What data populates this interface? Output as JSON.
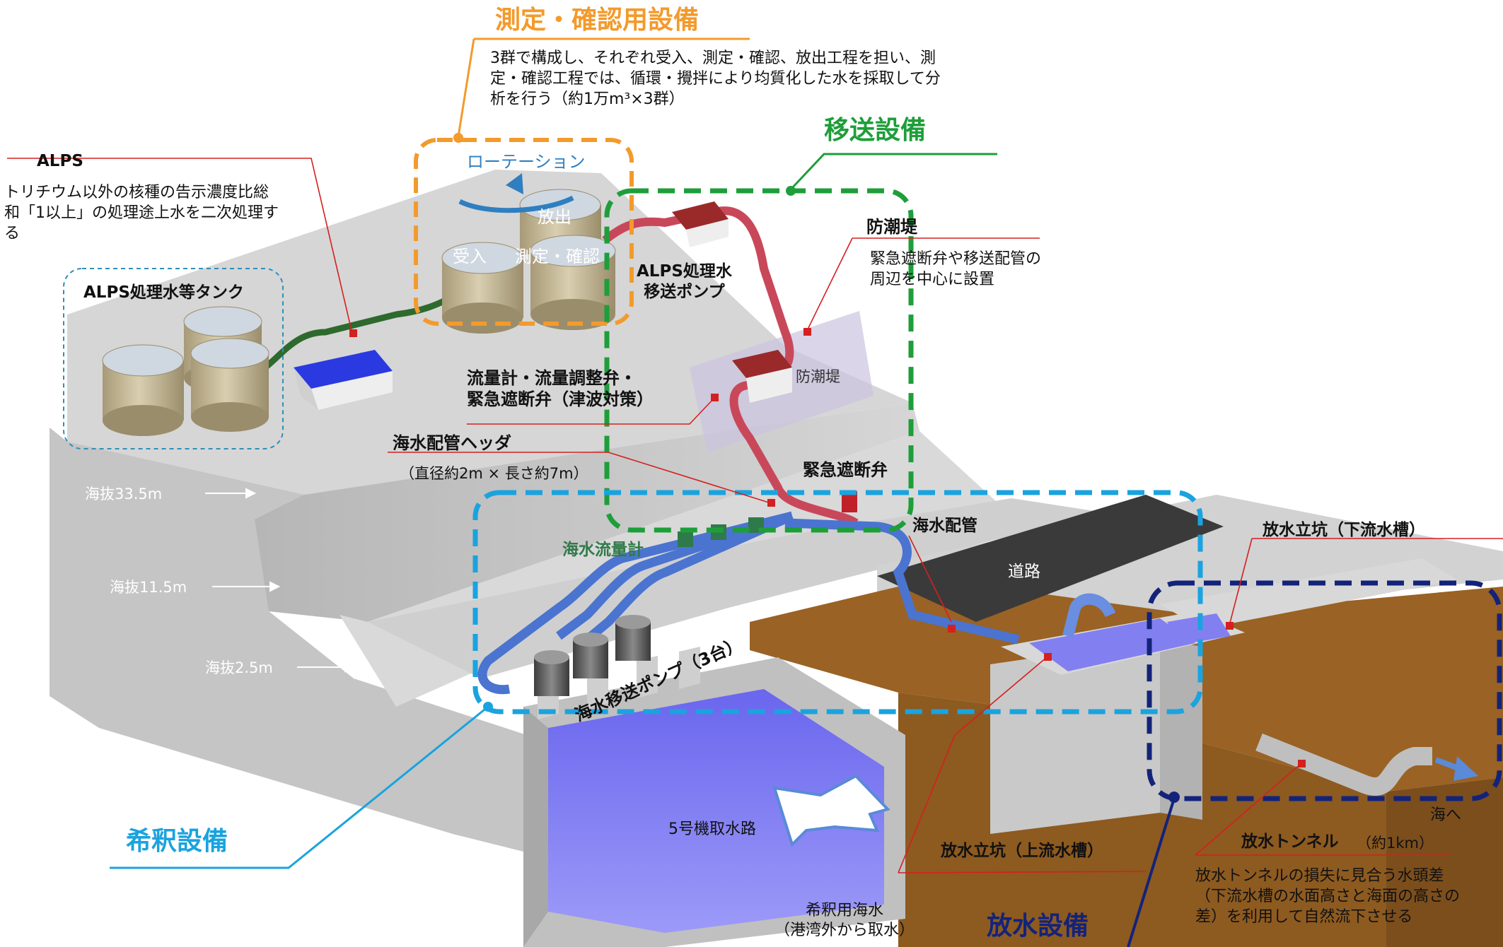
{
  "sections": {
    "measure": {
      "title": "測定・確認用設備",
      "desc": [
        "3群で構成し、それぞれ受入、測定・確認、放出工程を担い、測",
        "定・確認工程では、循環・攪拌により均質化した水を採取して分",
        "析を行う（約1万m³×3群）"
      ],
      "rotation": "ローテーション",
      "release": "放出",
      "receive": "受入",
      "confirm": "測定・確認"
    },
    "transfer": {
      "title": "移送設備",
      "pump": [
        "ALPS処理水",
        "移送ポンプ"
      ],
      "flow": [
        "流量計・流量調整弁・",
        "緊急遮断弁（津波対策）"
      ],
      "shutoff": "緊急遮断弁"
    },
    "alps": {
      "title": "ALPS",
      "desc": [
        "トリチウム以外の核種の告示濃度比総",
        "和「1以上」の処理途上水を二次処理す",
        "る"
      ],
      "tanks": "ALPS処理水等タンク"
    },
    "seawall": {
      "title": "防潮堤",
      "desc": [
        "緊急遮断弁や移送配管の",
        "周辺を中心に設置"
      ],
      "inline": "防潮堤"
    },
    "elevations": [
      "海抜33.5m",
      "海抜11.5m",
      "海抜2.5m"
    ],
    "dilution": {
      "title": "希釈設備",
      "header": "海水配管ヘッダ",
      "header_size": "（直径約2m × 長さ約7m）",
      "meter": "海水流量計",
      "pumps": "海水移送ポンプ（3台）",
      "intake": "5号機取水路",
      "seawater": [
        "希釈用海水",
        "（港湾外から取水）"
      ]
    },
    "discharge": {
      "title": "放水設備",
      "pipe": "海水配管",
      "road": "道路",
      "down_shaft": "放水立坑（下流水槽）",
      "up_shaft": "放水立坑（上流水槽）",
      "to_sea": "海へ",
      "tunnel": "放水トンネル",
      "tunnel_len": "（約1km）",
      "tunnel_desc": [
        "放水トンネルの損失に見合う水頭差",
        "（下流水槽の水面高さと海面の高さの",
        "差）を利用して自然流下させる"
      ]
    }
  },
  "colors": {
    "orange": "#f39a2c",
    "green": "#1e9e3a",
    "cyan": "#1aa3de",
    "navy": "#13237a",
    "callout_line": "#d42020",
    "pipe_red": "#c8485a",
    "pipe_blue": "#4a74d0",
    "soil": "#9a6224",
    "water": "#7a78f0"
  }
}
